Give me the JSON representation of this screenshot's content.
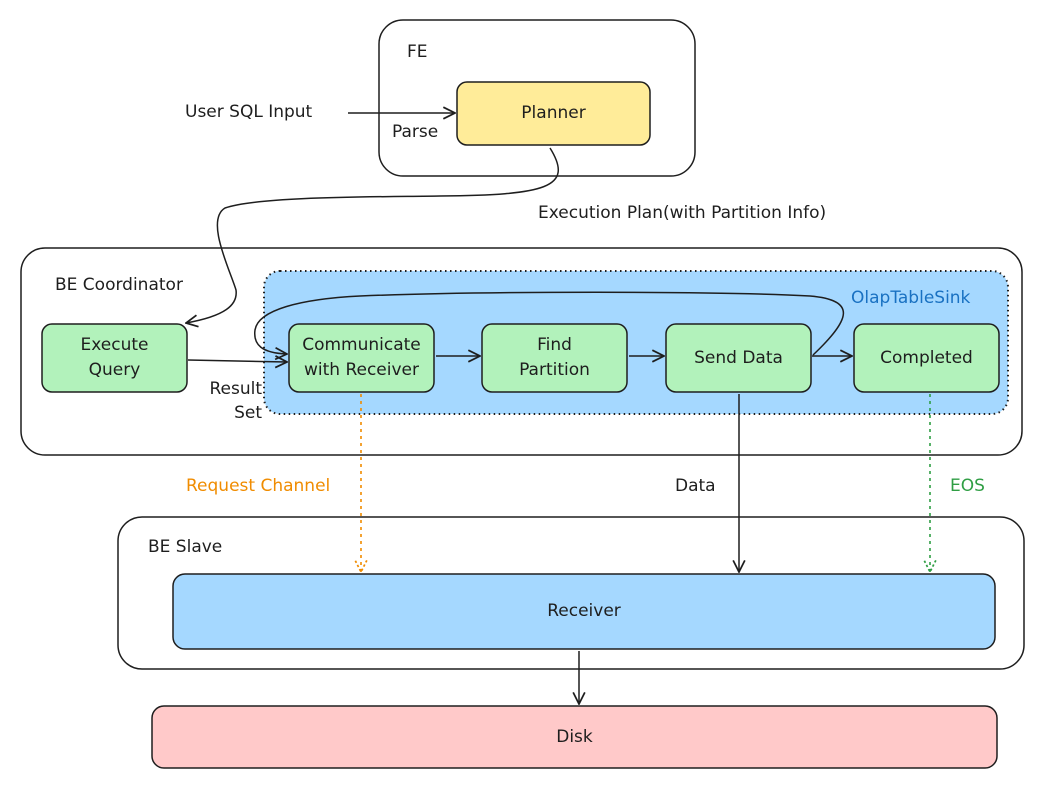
{
  "containers": {
    "fe": "FE",
    "be_coordinator": "BE Coordinator",
    "olap_table_sink": "OlapTableSink",
    "be_slave": "BE Slave"
  },
  "nodes": {
    "planner": "Planner",
    "execute_query": "Execute\nQuery",
    "communicate": "Communicate\nwith Receiver",
    "find_partition": "Find\nPartition",
    "send_data": "Send Data",
    "completed": "Completed",
    "receiver": "Receiver",
    "disk": "Disk"
  },
  "edge_labels": {
    "user_sql_input": "User SQL Input",
    "parse": "Parse",
    "execution_plan": "Execution Plan(with Partition Info)",
    "result_set": "Result\nSet",
    "request_channel": "Request Channel",
    "data": "Data",
    "eos": "EOS"
  },
  "colors": {
    "planner_fill": "#ffec99",
    "process_fill": "#b2f2bb",
    "process_stroke": "#1e1e1e",
    "sink_fill": "#a5d8ff",
    "receiver_fill": "#a5d8ff",
    "disk_fill": "#ffc9c9",
    "request_channel": "#f08c00",
    "eos": "#2f9e44",
    "olap_label": "#1971c2",
    "stroke": "#1e1e1e"
  }
}
